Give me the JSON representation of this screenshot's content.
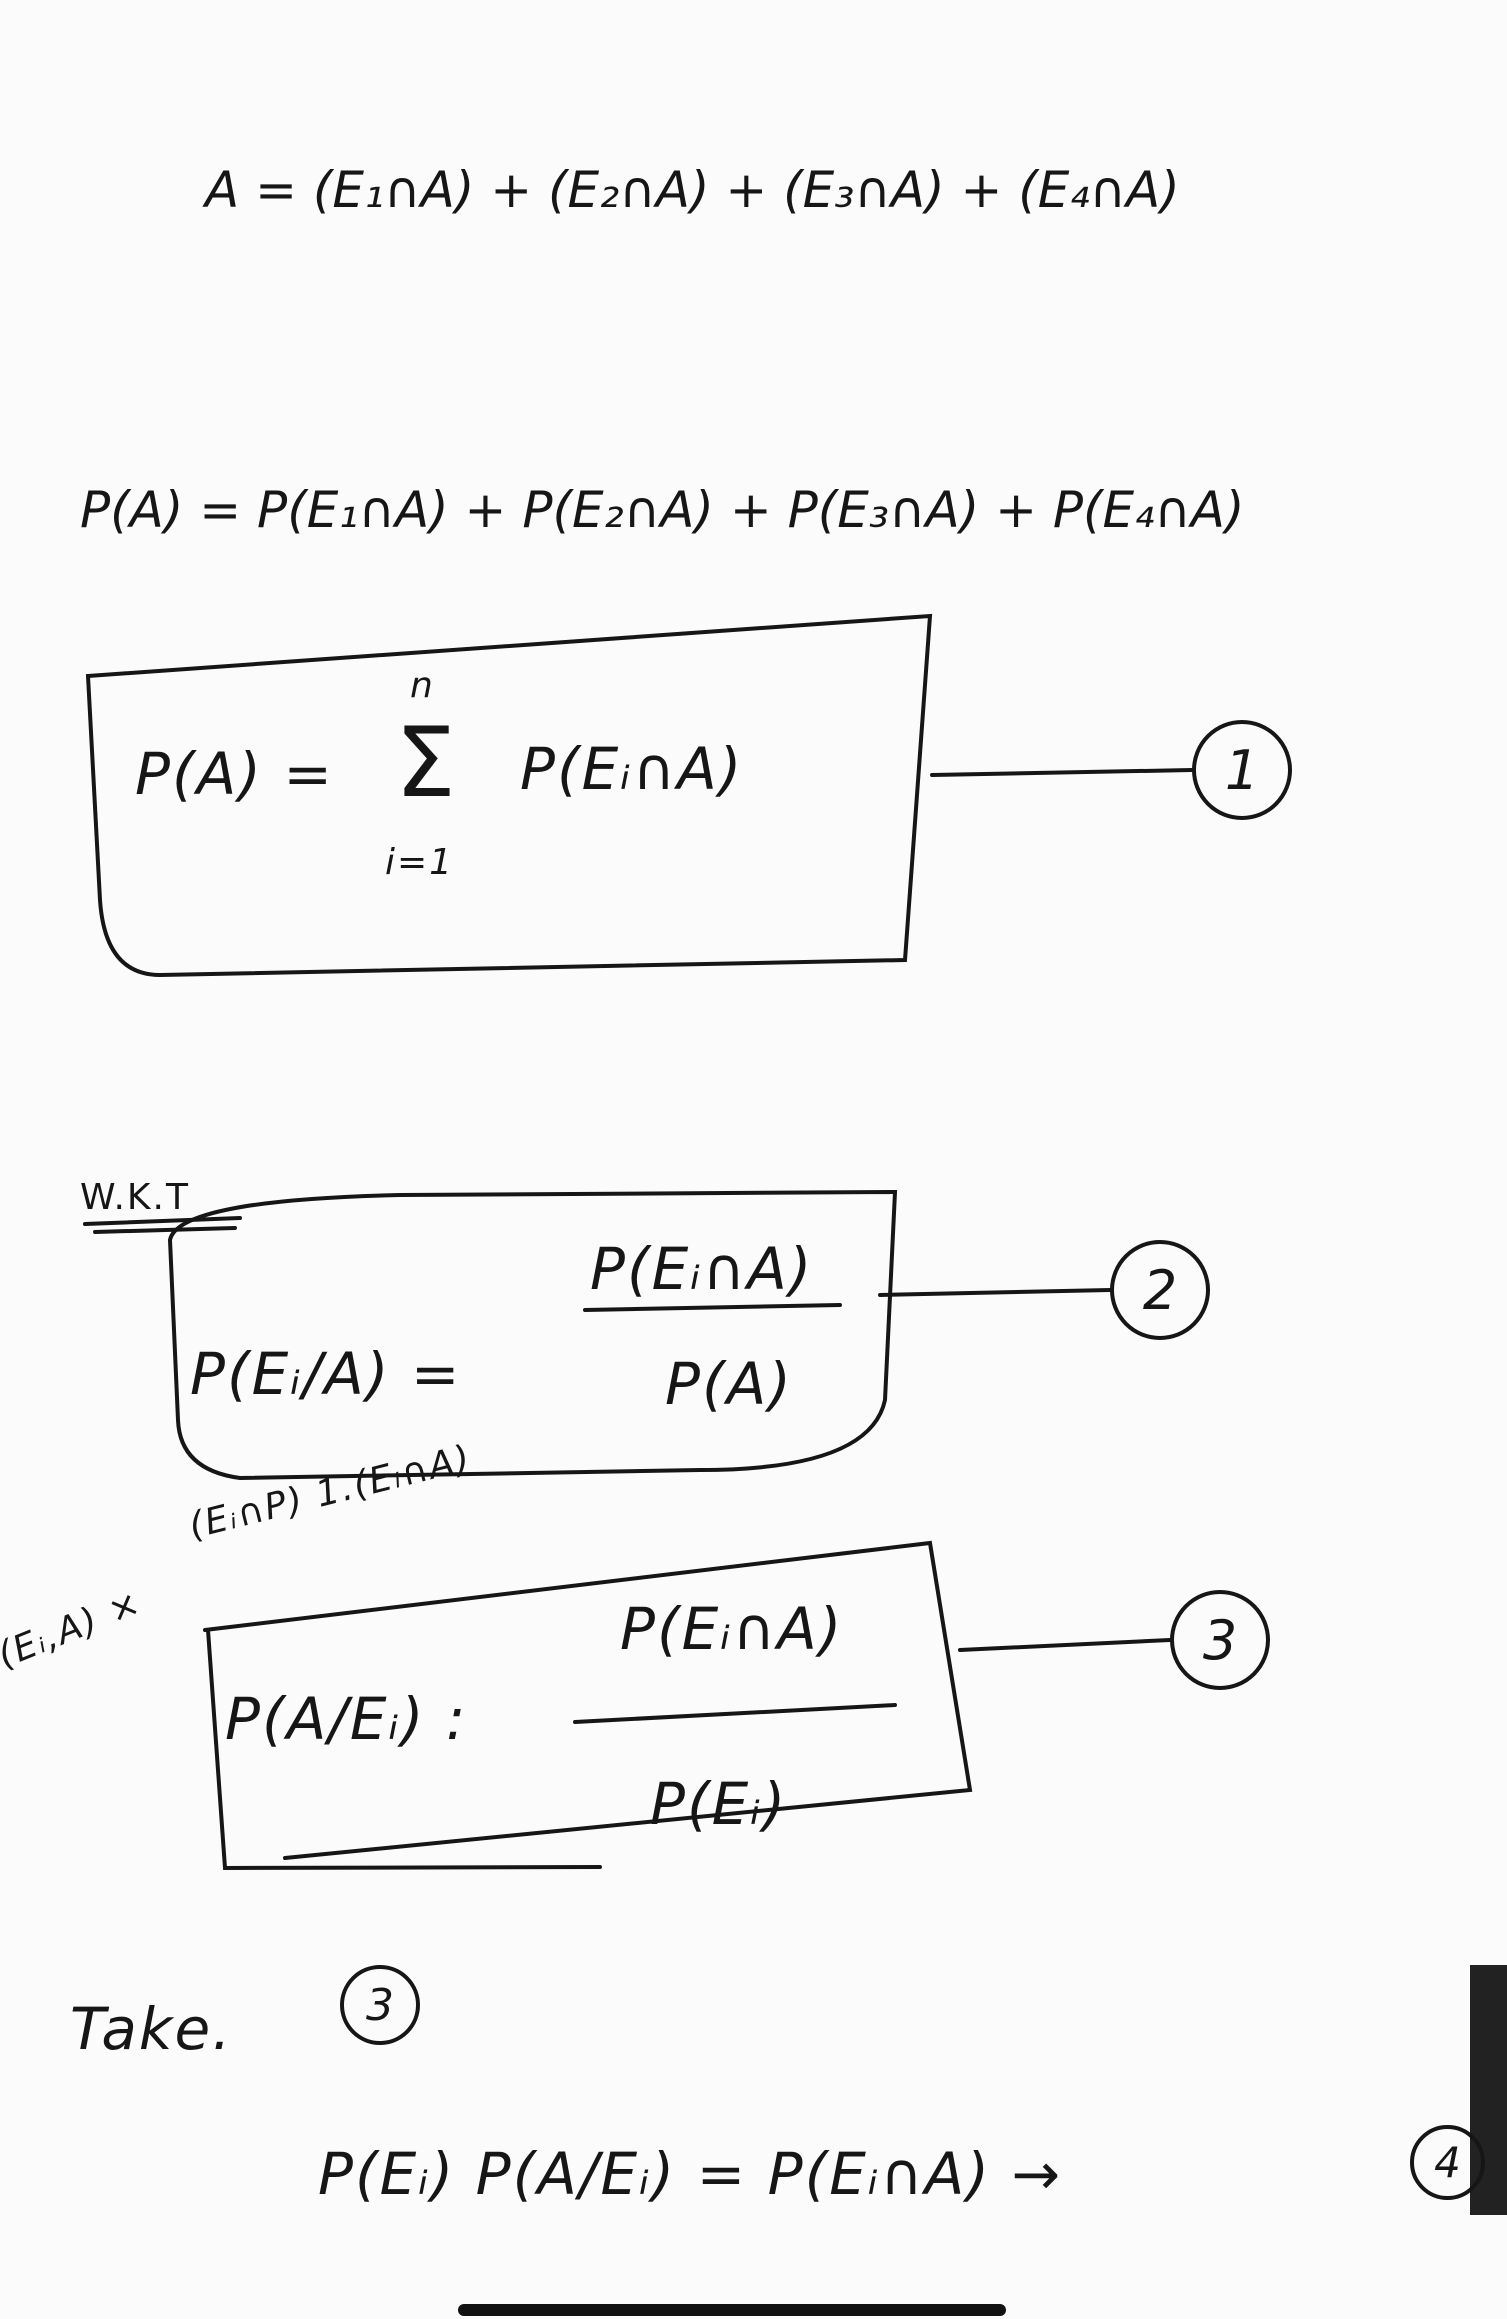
{
  "line1": "A = (E₁∩A) + (E₂∩A) + (E₃∩A) + (E₄∩A)",
  "line2": "P(A) = P(E₁∩A) + P(E₂∩A) + P(E₃∩A) + P(E₄∩A)",
  "eq1": {
    "lhs": "P(A) =",
    "sigma": "Σ",
    "upper": "n",
    "lower": "i=1",
    "rhs": "P(Eᵢ∩A)",
    "number": "1"
  },
  "wkt": "W.K.T",
  "eq2": {
    "lhs": "P(Eᵢ/A) =",
    "numerator": "P(Eᵢ∩A)",
    "denominator": "P(A)",
    "number": "2"
  },
  "scribble_top": "(Eᵢ∩P) 1.(Eᵢ∩A)",
  "scribble_left": "(Eᵢ,A) ×",
  "eq3": {
    "lhs": "P(A/Eᵢ) :",
    "numerator": "P(Eᵢ∩A)",
    "denominator": "P(Eᵢ)",
    "number": "3"
  },
  "take": {
    "label": "Take.",
    "ref": "3"
  },
  "eq4": {
    "text": "P(Eᵢ) P(A/Eᵢ) = P(Eᵢ∩A) →",
    "number": "4"
  }
}
